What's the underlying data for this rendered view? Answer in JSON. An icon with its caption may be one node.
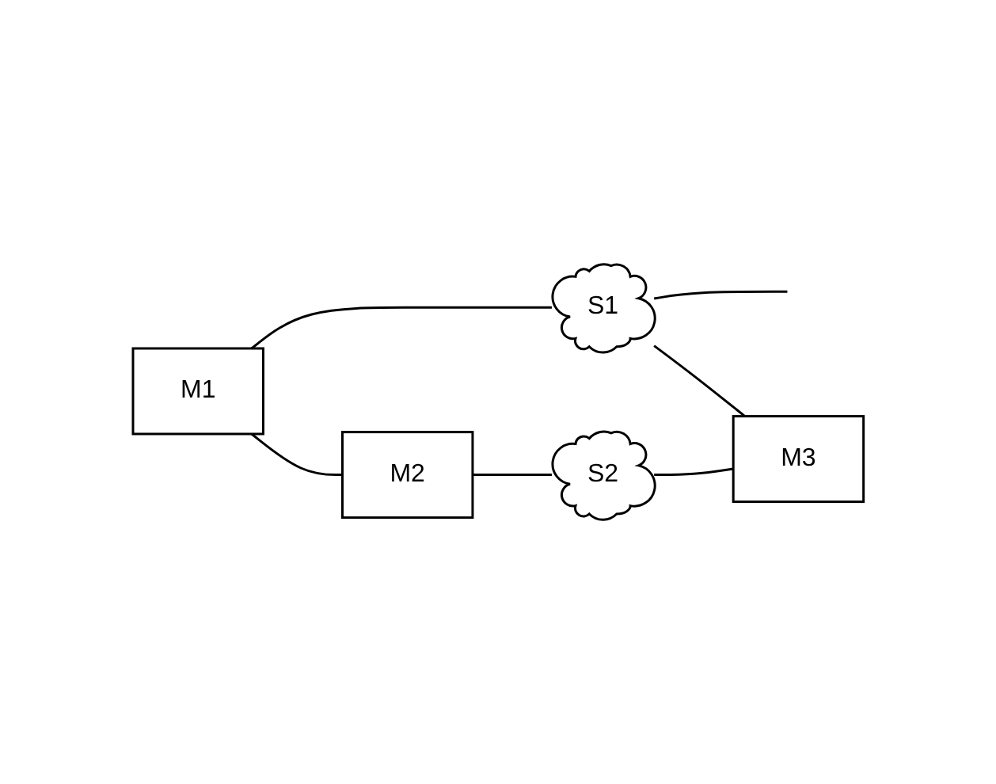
{
  "diagram": {
    "nodes": [
      {
        "text": [
          "M1"
        ]
      },
      {
        "text": [
          "S1"
        ]
      },
      {
        "text": [
          "M2"
        ]
      },
      {
        "text": [
          "S2"
        ]
      },
      {
        "text": [
          "M3"
        ]
      }
    ],
    "edges": [
      {
        "from": 0,
        "to": 1,
        "arrow": "none"
      },
      {
        "from": 1,
        "to": null,
        "arrow": "none"
      },
      {
        "from": 0,
        "to": 2,
        "arrow": "none"
      },
      {
        "from": 1,
        "to": 4,
        "arrow": "none"
      },
      {
        "from": 2,
        "to": 3,
        "arrow": "none"
      },
      {
        "from": 3,
        "to": 4,
        "arrow": "none"
      }
    ]
  }
}
